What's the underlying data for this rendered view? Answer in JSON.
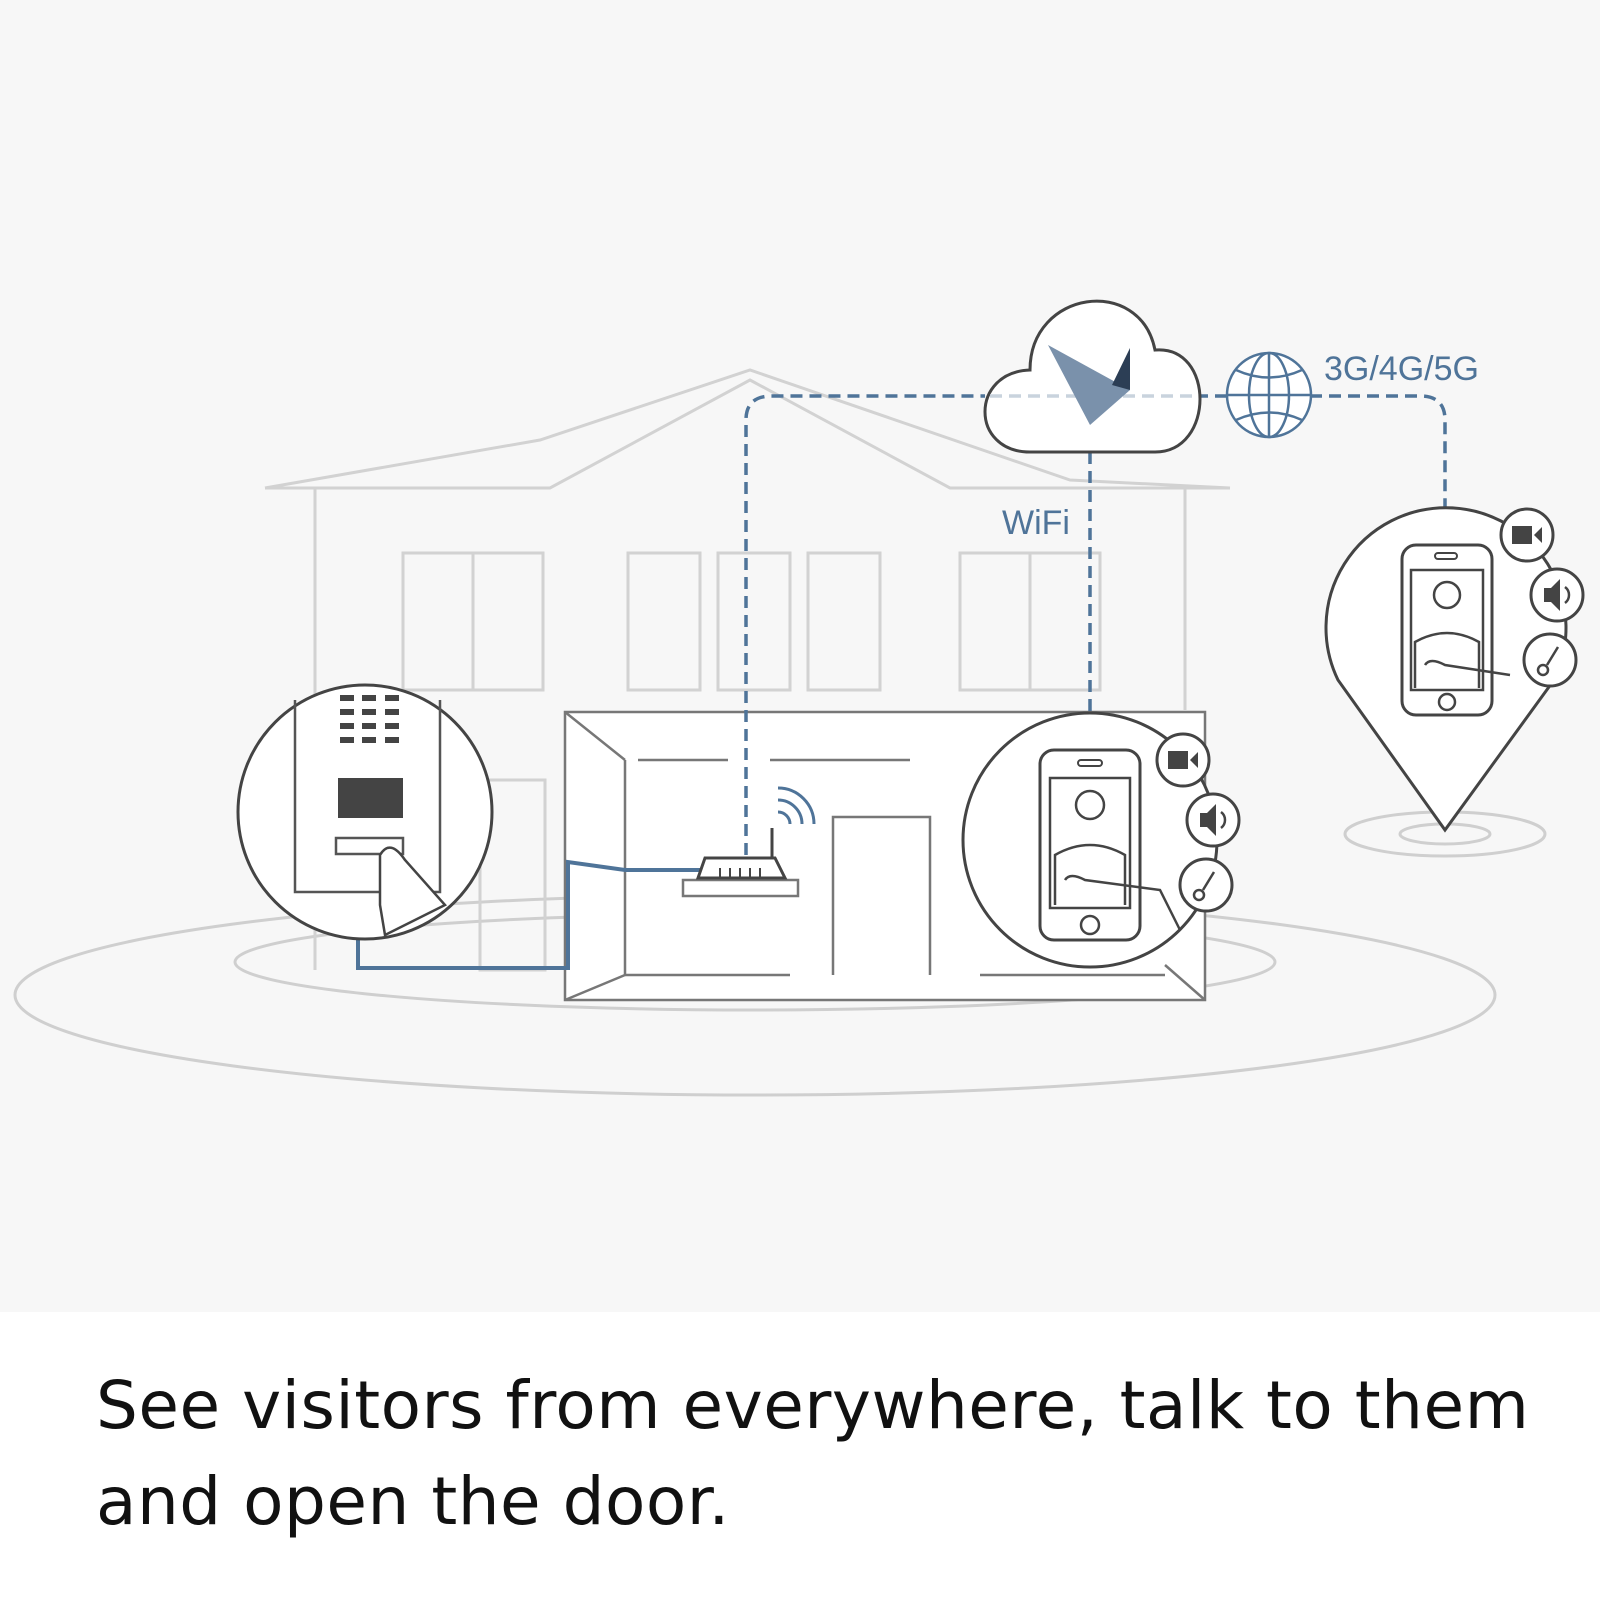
{
  "diagram": {
    "labels": {
      "wifi": "WiFi",
      "mobile_network": "3G/4G/5G"
    },
    "icons": [
      "cloud-icon",
      "globe-icon",
      "router-icon",
      "intercom-panel-icon",
      "smartphone-icon",
      "video-camera-icon",
      "speaker-icon",
      "key-icon",
      "location-pin-icon",
      "house-icon"
    ],
    "colors": {
      "accent": "#4f7499",
      "line": "#555555",
      "house": "#cccccc",
      "background": "#f7f7f7"
    }
  },
  "caption": {
    "text": "See visitors from everywhere, talk to them and open the door."
  }
}
